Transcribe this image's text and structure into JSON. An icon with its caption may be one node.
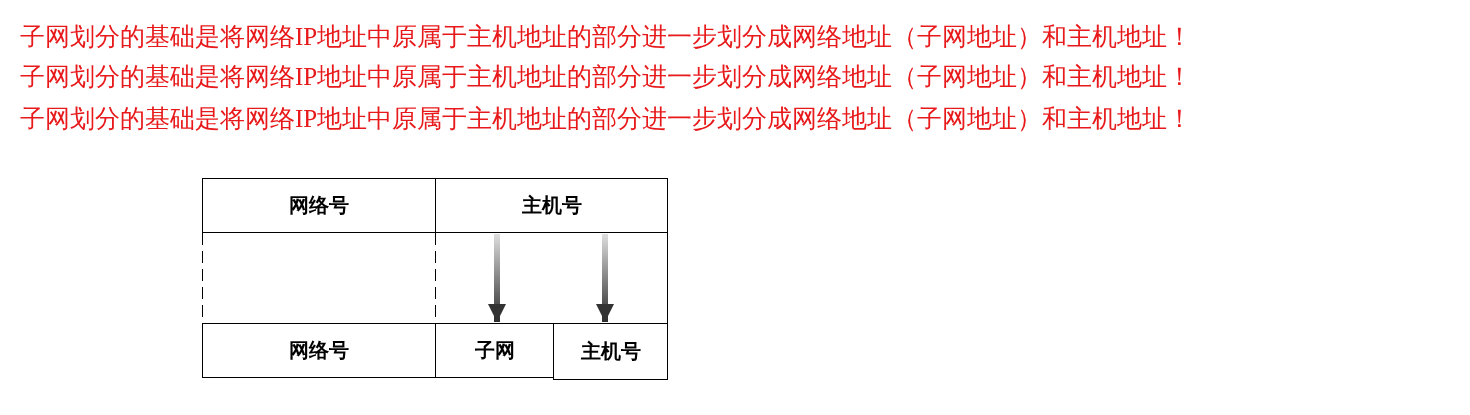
{
  "diagram": {
    "nodes": [
      {
        "text": [
          "网络号"
        ]
      },
      {
        "text": [
          "主机号"
        ]
      },
      {
        "text": [
          "网络号"
        ]
      },
      {
        "text": [
          "子网"
        ]
      },
      {
        "text": [
          "主机号"
        ]
      }
    ],
    "edges": [
      {
        "from": 1,
        "to": 3,
        "arrow": "to"
      },
      {
        "from": 1,
        "to": 4,
        "arrow": "to"
      }
    ],
    "labels": [
      "子网划分的基础是将网络IP地址中原属于主机地址的部分进一步划分成网络地址（子网地址）和主机地址！",
      "子网划分的基础是将网络IP地址中原属于主机地址的部分进一步划分成网络地址（子网地址）和主机地址！",
      "子网划分的基础是将网络IP地址中原属于主机地址的部分进一步划分成网络地址（子网地址）和主机地址！"
    ]
  }
}
